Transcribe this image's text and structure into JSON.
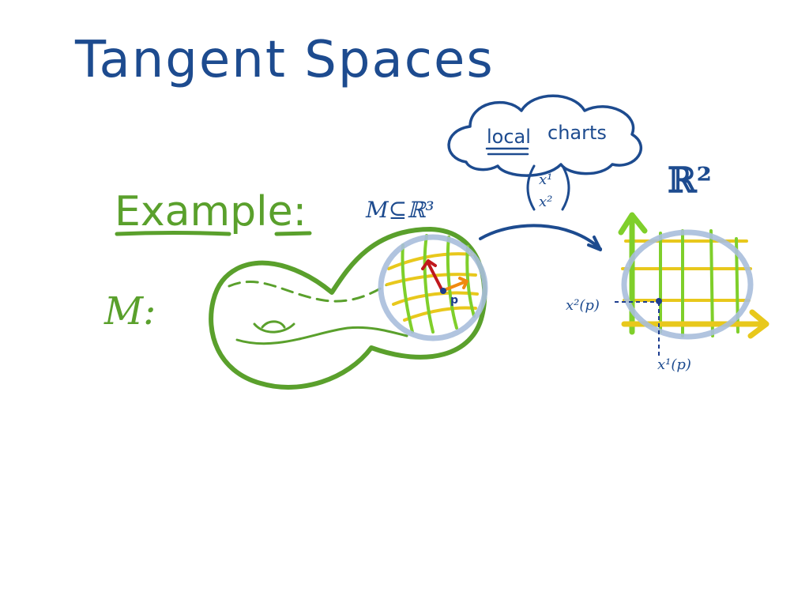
{
  "title": "Tangent Spaces",
  "example_label": "Example:",
  "manifold_label": "M:",
  "manifold_embedding": "M⊆ℝ³",
  "cloud": {
    "word1": "local",
    "word2": "charts"
  },
  "chart_vector": {
    "top": "x¹",
    "bottom": "x²"
  },
  "target_space": "ℝ²",
  "point_label": "p",
  "coord_x1": "x¹(p)",
  "coord_x2": "x²(p)",
  "colors": {
    "title_blue": "#1d4b8f",
    "green": "#5aa02c",
    "lime": "#7fcf2b",
    "yellow": "#e8c81c",
    "chart_circle": "#a9bedb",
    "red_arrow": "#c0181c",
    "orange_arrow": "#f08a10",
    "point_blue": "#1d3d8f"
  }
}
